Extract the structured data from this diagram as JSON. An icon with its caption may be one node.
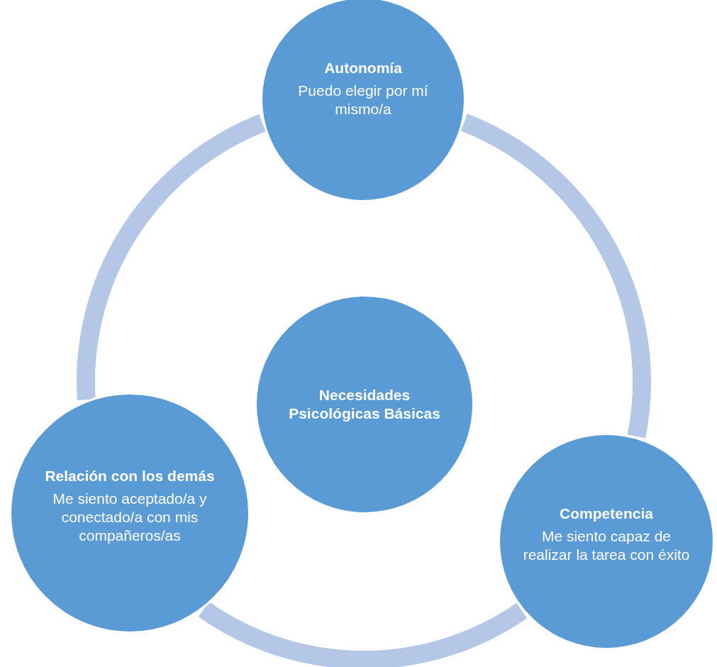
{
  "diagram": {
    "nodes": [
      {
        "text": [
          "Autonomía",
          "Puedo elegir por mí mismo/a"
        ]
      },
      {
        "text": [
          "Necesidades Psicológicas Básicas"
        ]
      },
      {
        "text": [
          "Relación con los demás",
          "Me siento aceptado/a y conectado/a con mis compañeros/as"
        ]
      },
      {
        "text": [
          "Competencia",
          "Me siento capaz de realizar la tarea con éxito"
        ]
      }
    ],
    "edges": [
      {
        "from": 0,
        "to": 3,
        "arrow": "none"
      },
      {
        "from": 3,
        "to": 2,
        "arrow": "none"
      },
      {
        "from": 2,
        "to": 0,
        "arrow": "none"
      }
    ]
  }
}
